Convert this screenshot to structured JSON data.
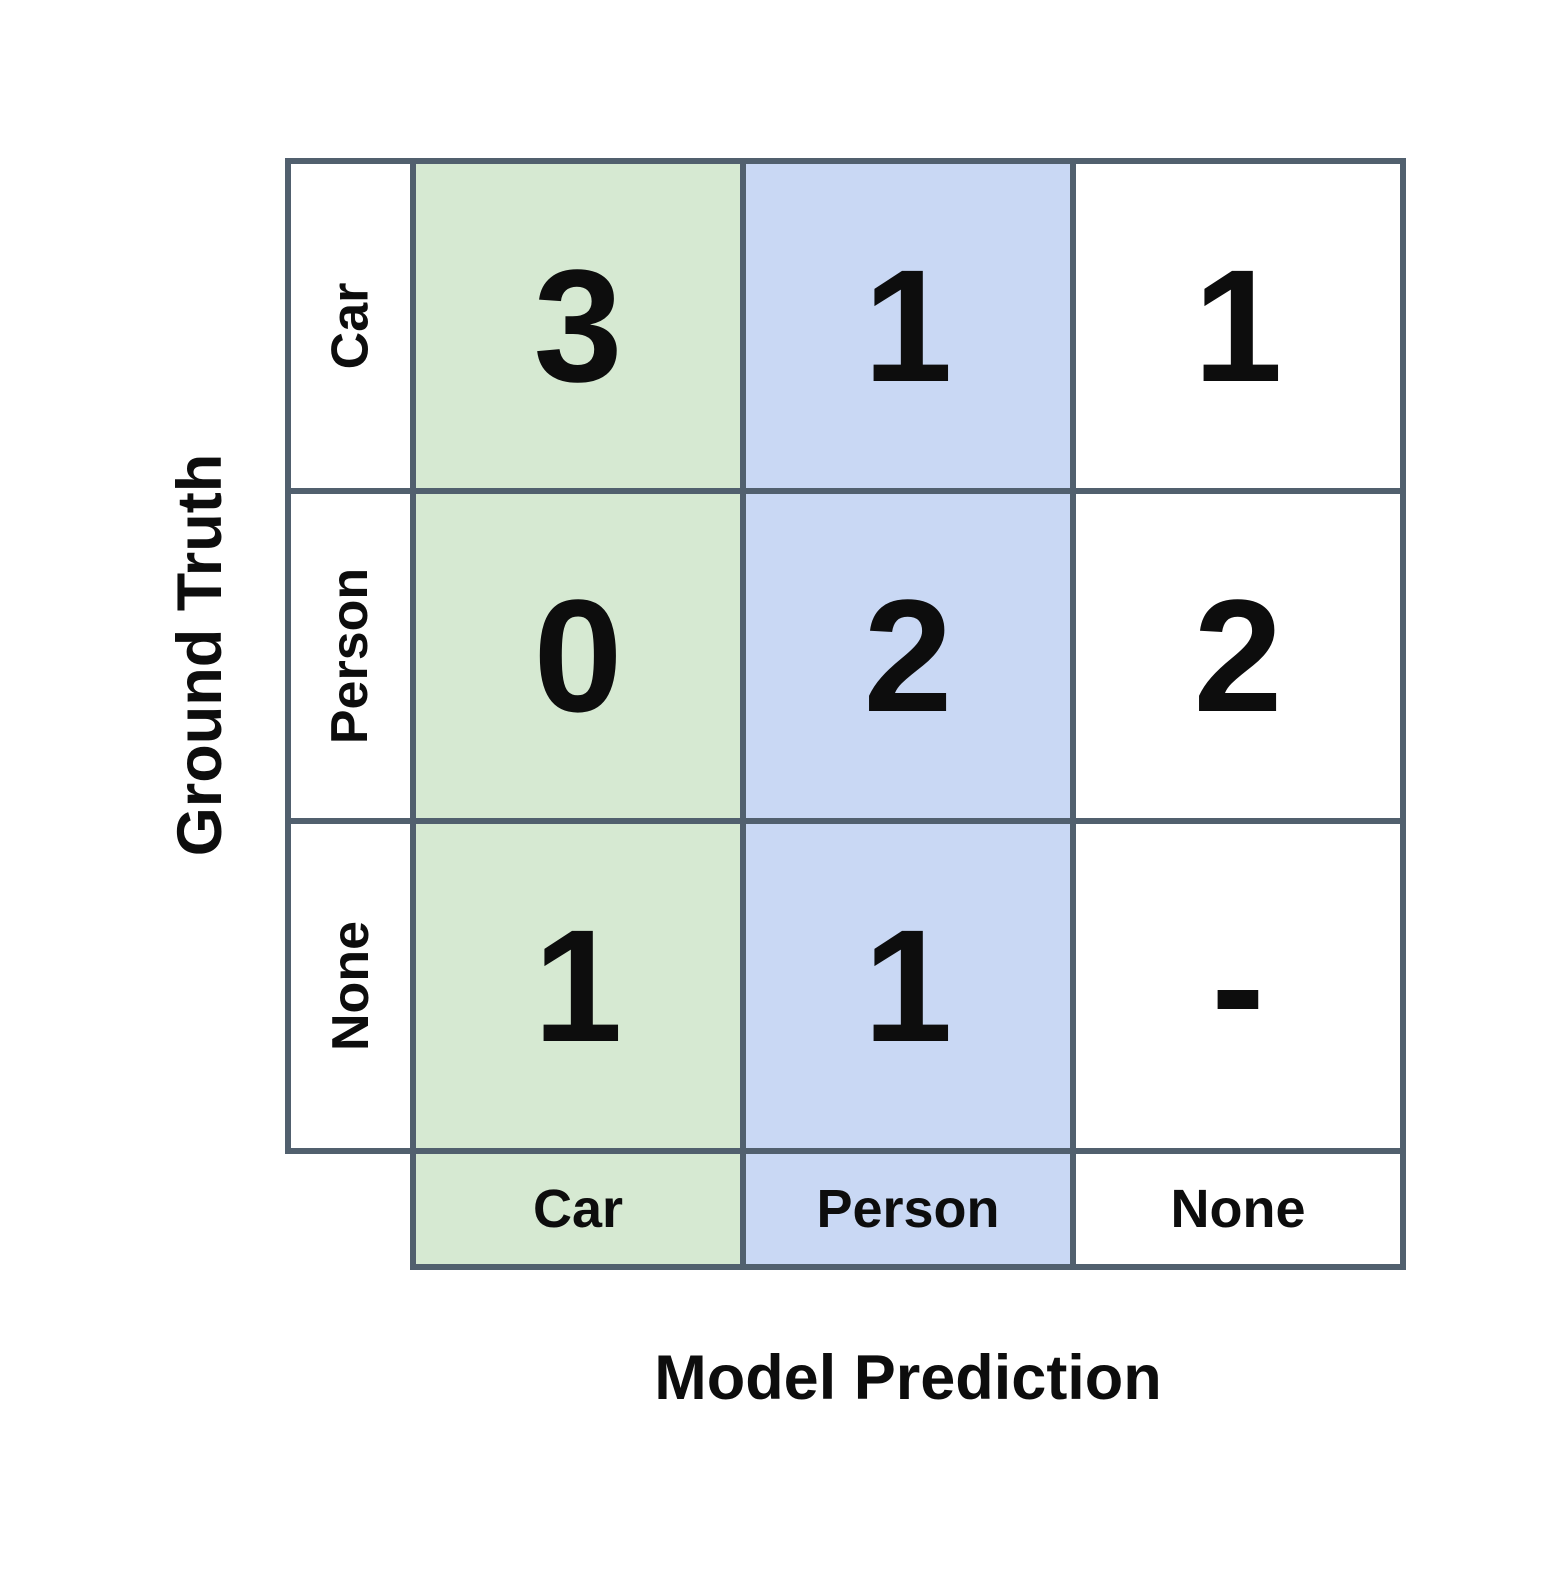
{
  "figure": {
    "kind": "confusion-matrix"
  },
  "axes": {
    "y_title": "Ground Truth",
    "x_title": "Model Prediction"
  },
  "matrix": {
    "row_labels": [
      "Car",
      "Person",
      "None"
    ],
    "col_labels": [
      "Car",
      "Person",
      "None"
    ],
    "cells": [
      [
        "3",
        "1",
        "1"
      ],
      [
        "0",
        "2",
        "2"
      ],
      [
        "1",
        "1",
        "-"
      ]
    ]
  },
  "colors": {
    "car_column_bg": "#d6e9d2",
    "person_column_bg": "#c9d8f4",
    "none_column_bg": "#ffffff",
    "grid_border": "#51606e",
    "text_color": "#0d0d0d"
  },
  "chart_data": {
    "type": "table",
    "title": "",
    "xlabel": "Model Prediction",
    "ylabel": "Ground Truth",
    "row_labels": [
      "Car",
      "Person",
      "None"
    ],
    "col_labels": [
      "Car",
      "Person",
      "None"
    ],
    "values": [
      [
        3,
        1,
        1
      ],
      [
        0,
        2,
        2
      ],
      [
        1,
        1,
        null
      ]
    ],
    "cell_text": [
      [
        "3",
        "1",
        "1"
      ],
      [
        "0",
        "2",
        "2"
      ],
      [
        "1",
        "1",
        "-"
      ]
    ],
    "column_highlights": {
      "Car": "#d6e9d2",
      "Person": "#c9d8f4",
      "None": "#ffffff"
    },
    "legend_position": "none",
    "grid": true
  }
}
